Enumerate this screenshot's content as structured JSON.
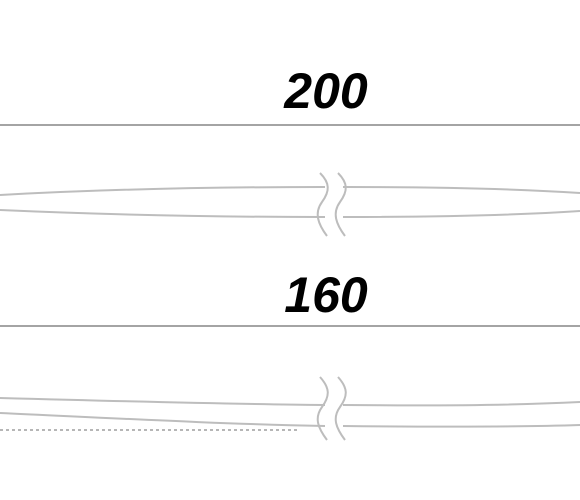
{
  "diagram": {
    "colors": {
      "background": "#ffffff",
      "dimension_line": "#6e6e6e",
      "outline": "#bdbdbd",
      "reference_line": "#6e6e6e",
      "label": "#000000"
    },
    "panels": [
      {
        "id": "top",
        "label": "200",
        "shape": "symmetric-taper",
        "reference_line": false
      },
      {
        "id": "bottom",
        "label": "160",
        "shape": "asymmetric-taper",
        "reference_line": true
      }
    ]
  }
}
